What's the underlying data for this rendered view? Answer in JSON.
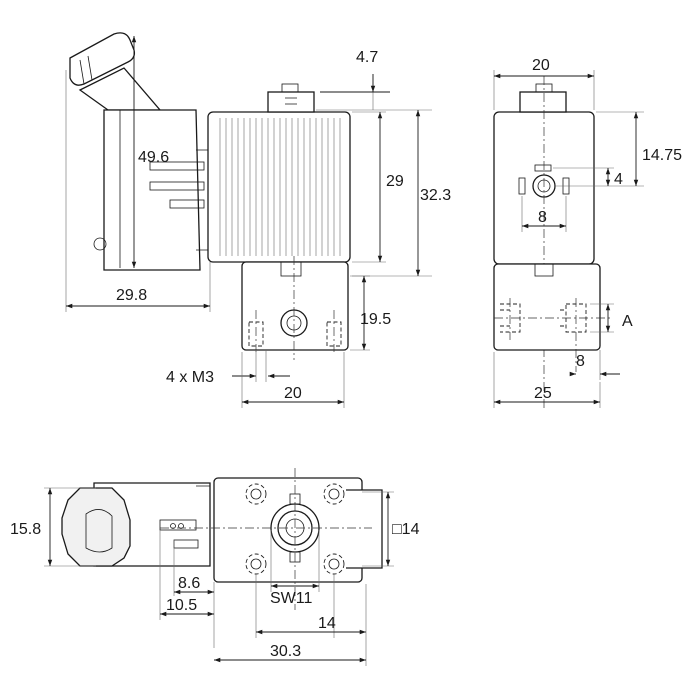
{
  "dimensions": {
    "plug_height": "49.6",
    "depth_total": "29.8",
    "top_pin_offset": "4.7",
    "coil_height": "29",
    "overall_height": "32.3",
    "base_height": "19.5",
    "front_base_width": "20",
    "mount_threads": "4 x M3",
    "side_coil_width": "20",
    "side_port_height": "14.75",
    "connector_offset": "4",
    "connector_spacing": "8",
    "port_label": "A",
    "port_offset": "8",
    "side_base_width": "25",
    "plug_width": "15.8",
    "pin_spacing": "8.6",
    "pin_offset": "10.5",
    "wrench_size": "SW11",
    "hole_spacing": "14",
    "total_length": "30.3",
    "square_size": "□14"
  }
}
